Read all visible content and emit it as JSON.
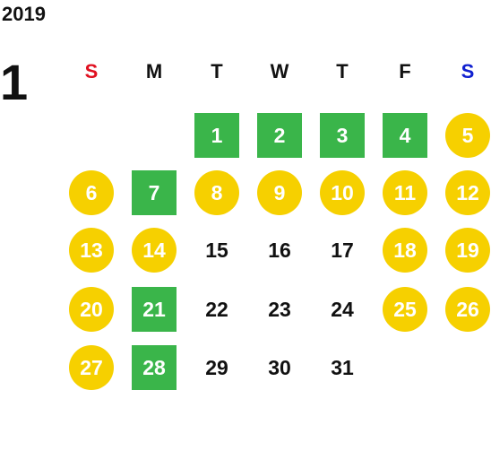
{
  "calendar": {
    "year": "2019",
    "month": "1",
    "weekdays": [
      "S",
      "M",
      "T",
      "W",
      "T",
      "F",
      "S"
    ],
    "weekday_colors": [
      "#e01020",
      "#111111",
      "#111111",
      "#111111",
      "#111111",
      "#111111",
      "#1020d0"
    ],
    "colors": {
      "yellow": "#f6d000",
      "green": "#3ab54a"
    },
    "first_weekday_index": 2,
    "days": [
      {
        "label": "1",
        "mark": "square"
      },
      {
        "label": "2",
        "mark": "square"
      },
      {
        "label": "3",
        "mark": "square"
      },
      {
        "label": "4",
        "mark": "square"
      },
      {
        "label": "5",
        "mark": "circle"
      },
      {
        "label": "6",
        "mark": "circle"
      },
      {
        "label": "7",
        "mark": "square"
      },
      {
        "label": "8",
        "mark": "circle"
      },
      {
        "label": "9",
        "mark": "circle"
      },
      {
        "label": "10",
        "mark": "circle"
      },
      {
        "label": "11",
        "mark": "circle"
      },
      {
        "label": "12",
        "mark": "circle"
      },
      {
        "label": "13",
        "mark": "circle"
      },
      {
        "label": "14",
        "mark": "circle"
      },
      {
        "label": "15",
        "mark": "none"
      },
      {
        "label": "16",
        "mark": "none"
      },
      {
        "label": "17",
        "mark": "none"
      },
      {
        "label": "18",
        "mark": "circle"
      },
      {
        "label": "19",
        "mark": "circle"
      },
      {
        "label": "20",
        "mark": "circle"
      },
      {
        "label": "21",
        "mark": "square"
      },
      {
        "label": "22",
        "mark": "none"
      },
      {
        "label": "23",
        "mark": "none"
      },
      {
        "label": "24",
        "mark": "none"
      },
      {
        "label": "25",
        "mark": "circle"
      },
      {
        "label": "26",
        "mark": "circle"
      },
      {
        "label": "27",
        "mark": "circle"
      },
      {
        "label": "28",
        "mark": "square"
      },
      {
        "label": "29",
        "mark": "none"
      },
      {
        "label": "30",
        "mark": "none"
      },
      {
        "label": "31",
        "mark": "none"
      }
    ]
  }
}
